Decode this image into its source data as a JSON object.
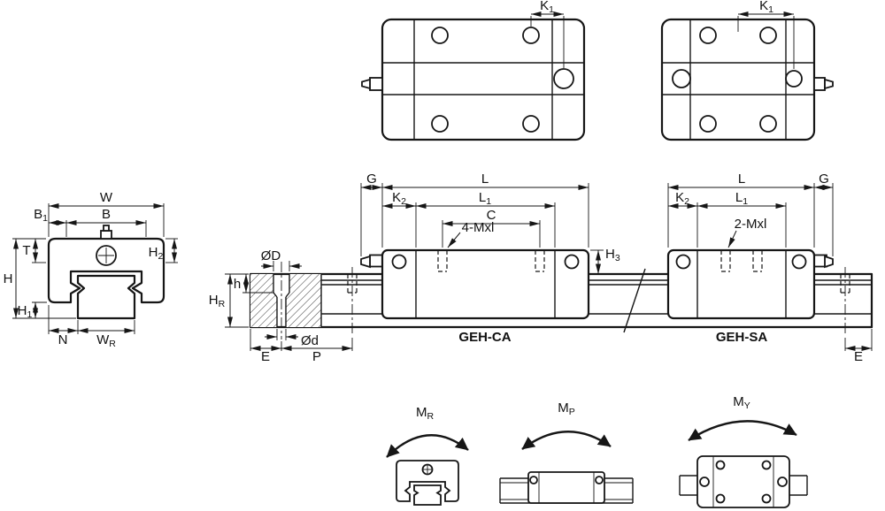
{
  "page": {
    "background": "#ffffff",
    "ink": "#161616"
  },
  "top_view_ca": {
    "k1": {
      "base": "K",
      "sub": "1"
    }
  },
  "top_view_sa": {
    "k1": {
      "base": "K",
      "sub": "1"
    }
  },
  "front_view": {
    "w": "W",
    "b1": {
      "base": "B",
      "sub": "1"
    },
    "b": "B",
    "t": "T",
    "h2": {
      "base": "H",
      "sub": "2"
    },
    "h": "H",
    "h1": {
      "base": "H",
      "sub": "1"
    },
    "n": "N",
    "wr": {
      "base": "W",
      "sub": "R"
    }
  },
  "rail_section": {
    "dia_D": "ØD",
    "hr": {
      "base": "H",
      "sub": "R"
    },
    "h": "h",
    "dia_d": "Ød",
    "e": "E",
    "p": "P"
  },
  "side_view_ca": {
    "g": "G",
    "l": "L",
    "k2": {
      "base": "K",
      "sub": "2"
    },
    "l1": {
      "base": "L",
      "sub": "1"
    },
    "c": "C",
    "holes": "4-Mxl",
    "h3": {
      "base": "H",
      "sub": "3"
    },
    "name": "GEH-CA"
  },
  "side_view_sa": {
    "l": "L",
    "g": "G",
    "k2": {
      "base": "K",
      "sub": "2"
    },
    "l1": {
      "base": "L",
      "sub": "1"
    },
    "holes": "2-Mxl",
    "name": "GEH-SA",
    "e": "E"
  },
  "moments": {
    "roll": {
      "base": "M",
      "sub": "R"
    },
    "pitch": {
      "base": "M",
      "sub": "P"
    },
    "yaw": {
      "base": "M",
      "sub": "Y"
    }
  }
}
